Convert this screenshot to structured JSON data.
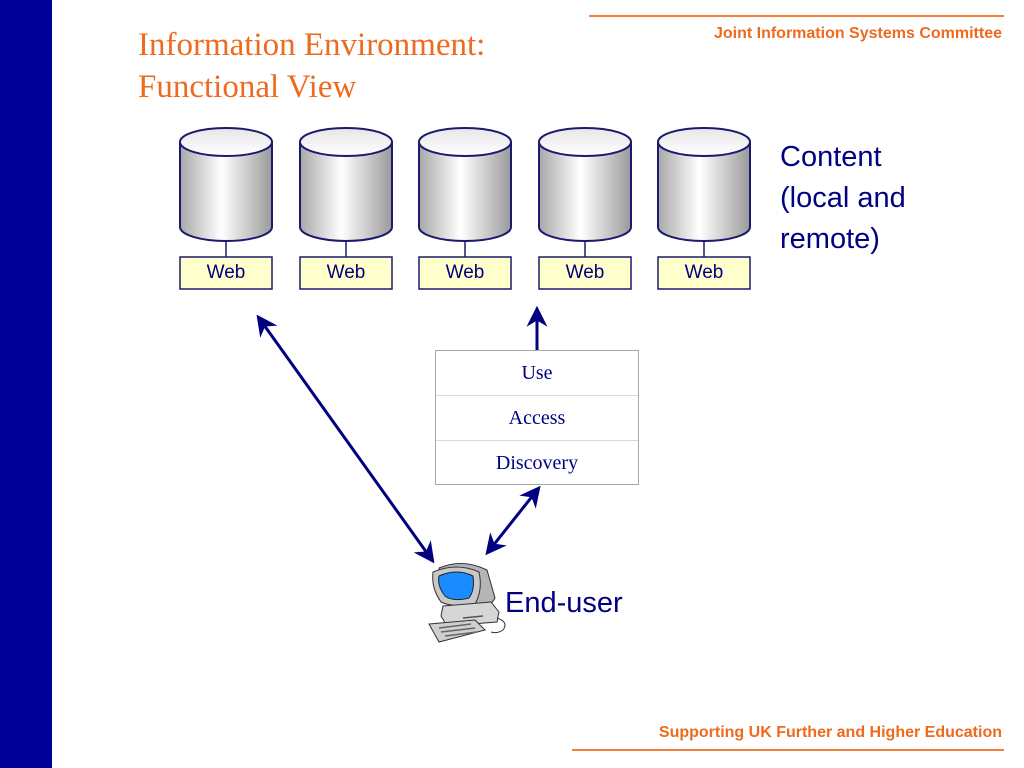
{
  "header": {
    "organization": "Joint Information Systems Committee",
    "title_line1": "Information Environment:",
    "title_line2": "Functional View"
  },
  "footer": {
    "tagline": "Supporting UK Further and Higher Education"
  },
  "diagram": {
    "content_sources": [
      {
        "label": "Web",
        "icon": "database-icon"
      },
      {
        "label": "Web",
        "icon": "database-icon"
      },
      {
        "label": "Web",
        "icon": "database-icon"
      },
      {
        "label": "Web",
        "icon": "database-icon"
      },
      {
        "label": "Web",
        "icon": "database-icon"
      }
    ],
    "content_label": {
      "line1": "Content",
      "line2": "(local and",
      "line3": "remote)"
    },
    "service_layers": [
      "Use",
      "Access",
      "Discovery"
    ],
    "end_user": {
      "label": "End-user",
      "icon": "computer-icon"
    }
  },
  "colors": {
    "accent_orange": "#ee6a1e",
    "side_bar_blue": "#000099",
    "text_navy": "#000080",
    "web_box_fill": "#ffffcc"
  }
}
